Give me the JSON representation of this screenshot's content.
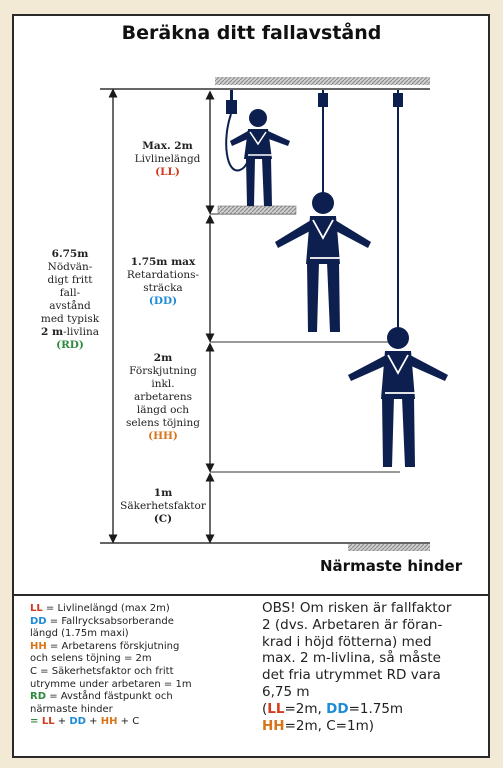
{
  "title": "Beräkna ditt fallavstånd",
  "segments": {
    "ll": {
      "l1": "Max. 2m",
      "l2": "Livlinelängd",
      "code": "(LL)"
    },
    "dd": {
      "l1": "1.75m max",
      "l2": "Retardations-",
      "l3": "sträcka",
      "code": "(DD)"
    },
    "hh": {
      "l1": "2m",
      "l2": "Förskjutning",
      "l3": "inkl.",
      "l4": "arbetarens",
      "l5": "längd och",
      "l6": "selens töjning",
      "code": "(HH)"
    },
    "c": {
      "l1": "1m",
      "l2": "Säkerhetsfaktor",
      "code": "(C)"
    }
  },
  "rd": {
    "l1": "6.75m",
    "l2": "Nödvän-",
    "l3": "digt fritt",
    "l4": "fall-",
    "l5": "avstånd",
    "l6": "med typisk",
    "l7a": "2 m",
    "l7b": "-livlina",
    "code": "(RD)"
  },
  "hinder": "Närmaste hinder",
  "legend": {
    "ll_code": "LL",
    "ll_text": " = Livlinelängd (max 2m)",
    "dd_code": "DD",
    "dd_text": " = Fallrycksabsorberande",
    "dd_text2": "längd (1.75m maxi)",
    "hh_code": "HH",
    "hh_text": " = Arbetarens förskjutning",
    "hh_text2": "och selens töjning = 2m",
    "c_text": "C = Säkerhetsfaktor och fritt",
    "c_text2": "utrymme under arbetaren = 1m",
    "rd_code": "RD",
    "rd_text": " = Avstånd fästpunkt och",
    "rd_text2": "närmaste hinder",
    "f_eq": "= ",
    "f_ll": "LL",
    "f_p1": " + ",
    "f_dd": "DD",
    "f_p2": " + ",
    "f_hh": "HH",
    "f_p3": " + C"
  },
  "obs": {
    "line1": "OBS! Om risken är fallfaktor",
    "line2": "2 (dvs. Arbetaren är föran-",
    "line3": "krad i höjd fötterna) med",
    "line4": "max. 2 m-livlina, så måste",
    "line5": "det fria utrymmet RD vara",
    "line6": "6,75 m",
    "p_open": "(",
    "ll": "LL",
    "ll_val": "=2m, ",
    "dd": "DD",
    "dd_val": "=1.75m",
    "hh": "HH",
    "hh_val": "=2m, C=1m)"
  },
  "colors": {
    "red": "#d23a1d",
    "blue": "#1e8bd6",
    "orange": "#d9741a",
    "green": "#2d8a3e",
    "figure": "#0d1f4e"
  }
}
